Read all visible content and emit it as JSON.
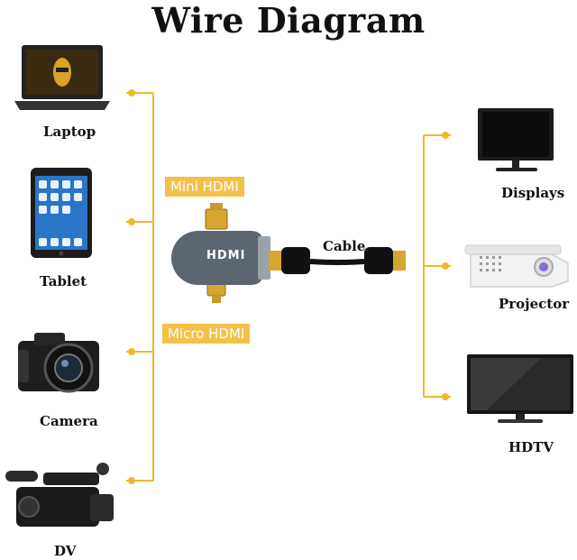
{
  "title": "Wire Diagram",
  "sources": [
    {
      "label": "Laptop",
      "icon": "laptop-icon"
    },
    {
      "label": "Tablet",
      "icon": "tablet-icon"
    },
    {
      "label": "Camera",
      "icon": "camera-icon"
    },
    {
      "label": "DV",
      "icon": "camcorder-icon"
    }
  ],
  "outputs": [
    {
      "label": "Displays",
      "icon": "monitor-icon"
    },
    {
      "label": "Projector",
      "icon": "projector-icon"
    },
    {
      "label": "HDTV",
      "icon": "tv-icon"
    }
  ],
  "adapter": {
    "mini_label": "Mini HDMI",
    "micro_label": "Micro HDMI",
    "logo_text": "HDMI",
    "cable_label": "Cable"
  },
  "colors": {
    "connector_line": "#f1b92a",
    "label_box": "#f3c14a",
    "adapter_body": "#5b6670",
    "gold": "#d8a531"
  }
}
